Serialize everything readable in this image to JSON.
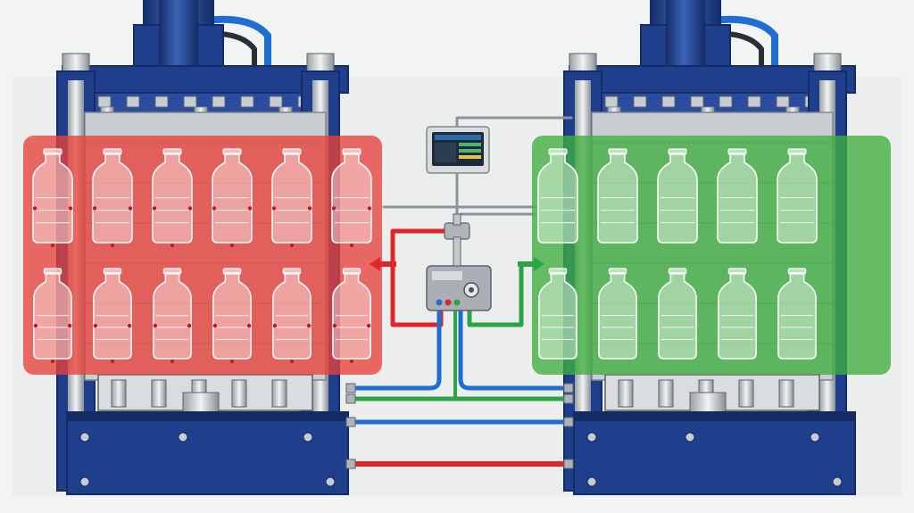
{
  "scene": {
    "background": "#f2f3f3",
    "machine_blue": "#1f3f8c",
    "machine_blue_dark": "#142c66",
    "steel": "#b9bec4",
    "steel_dark": "#7f858c",
    "hot_zone_color": "#e8413b",
    "cold_zone_color": "#3fae3f",
    "line_colors": {
      "red": "#e0262a",
      "blue": "#1f6fd0",
      "green": "#2aa545",
      "grey": "#8d939a"
    }
  },
  "machines": [
    {
      "name": "press-left",
      "zone": "hot",
      "bottles_per_row": 6,
      "rows": 2
    },
    {
      "name": "press-right",
      "zone": "cold",
      "bottles_per_row": 5,
      "rows": 2
    }
  ],
  "controller": {
    "screen_text": "",
    "box_text": ""
  }
}
